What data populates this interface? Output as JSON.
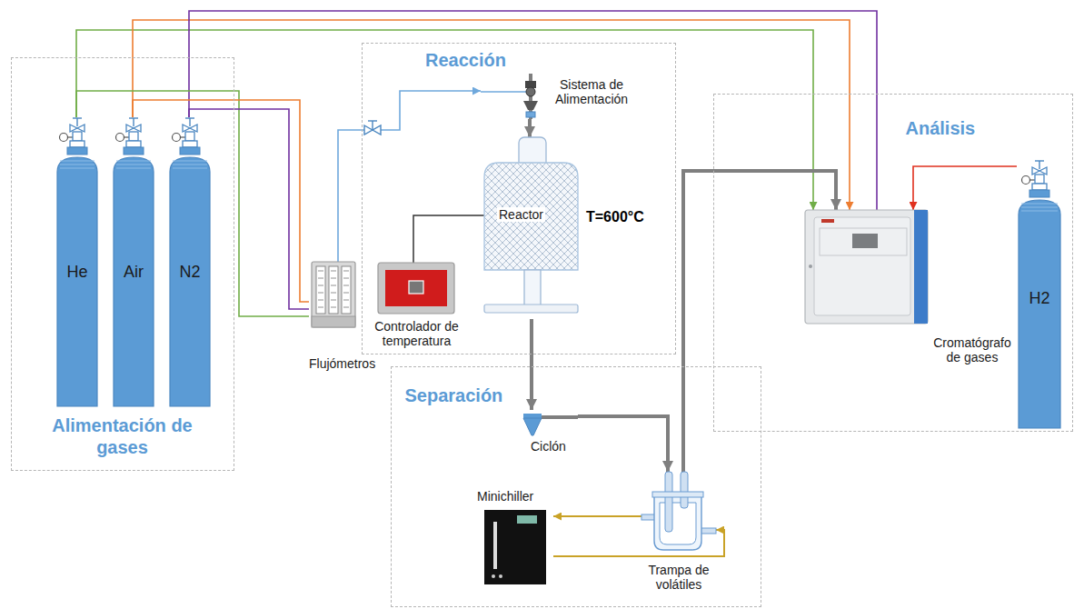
{
  "diagram": {
    "nodes": [
      {
        "text": [
          "Alimentación de gases"
        ]
      },
      {
        "text": [
          "He"
        ],
        "in": 0
      },
      {
        "text": [
          "Air"
        ],
        "in": 0
      },
      {
        "text": [
          "N2"
        ],
        "in": 0
      },
      {
        "text": [
          "Reacción"
        ]
      },
      {
        "text": [
          "Sistema de Alimentación"
        ],
        "in": 4
      },
      {
        "text": [
          "Reactor"
        ],
        "in": 4
      },
      {
        "text": [
          "Controlador de temperatura"
        ],
        "in": 4
      },
      {
        "text": [
          "Flujómetros"
        ]
      },
      {
        "text": [
          "Separación"
        ]
      },
      {
        "text": [
          "Ciclón"
        ],
        "in": 9
      },
      {
        "text": [
          "Minichiller"
        ],
        "in": 9
      },
      {
        "text": [
          "Trampa de volátiles"
        ],
        "in": 9
      },
      {
        "text": [
          "Análisis"
        ]
      },
      {
        "text": [
          "Cromatógrafo de gases"
        ],
        "in": 13
      },
      {
        "text": [
          "H2"
        ],
        "in": 13
      }
    ],
    "edges": [
      {
        "from": 1,
        "to": 14,
        "arrow": "to"
      },
      {
        "from": 2,
        "to": 14,
        "arrow": "to"
      },
      {
        "from": 3,
        "to": 14,
        "arrow": "none"
      },
      {
        "from": 1,
        "to": 8,
        "arrow": "none"
      },
      {
        "from": 2,
        "to": 8,
        "arrow": "none"
      },
      {
        "from": 3,
        "to": 8,
        "arrow": "none"
      },
      {
        "from": 8,
        "to": 5,
        "arrow": "to"
      },
      {
        "from": 5,
        "to": 6,
        "arrow": "to"
      },
      {
        "from": 7,
        "to": 6,
        "arrow": "none"
      },
      {
        "from": 6,
        "to": 10,
        "arrow": "to"
      },
      {
        "from": 10,
        "to": 12,
        "arrow": "to"
      },
      {
        "from": 12,
        "to": 14,
        "arrow": "to"
      },
      {
        "from": 12,
        "to": 11,
        "arrow": "to"
      },
      {
        "from": 11,
        "to": 12,
        "arrow": "to"
      },
      {
        "from": 15,
        "to": 14,
        "arrow": "to"
      }
    ],
    "labels": [
      "T=600°C"
    ]
  }
}
